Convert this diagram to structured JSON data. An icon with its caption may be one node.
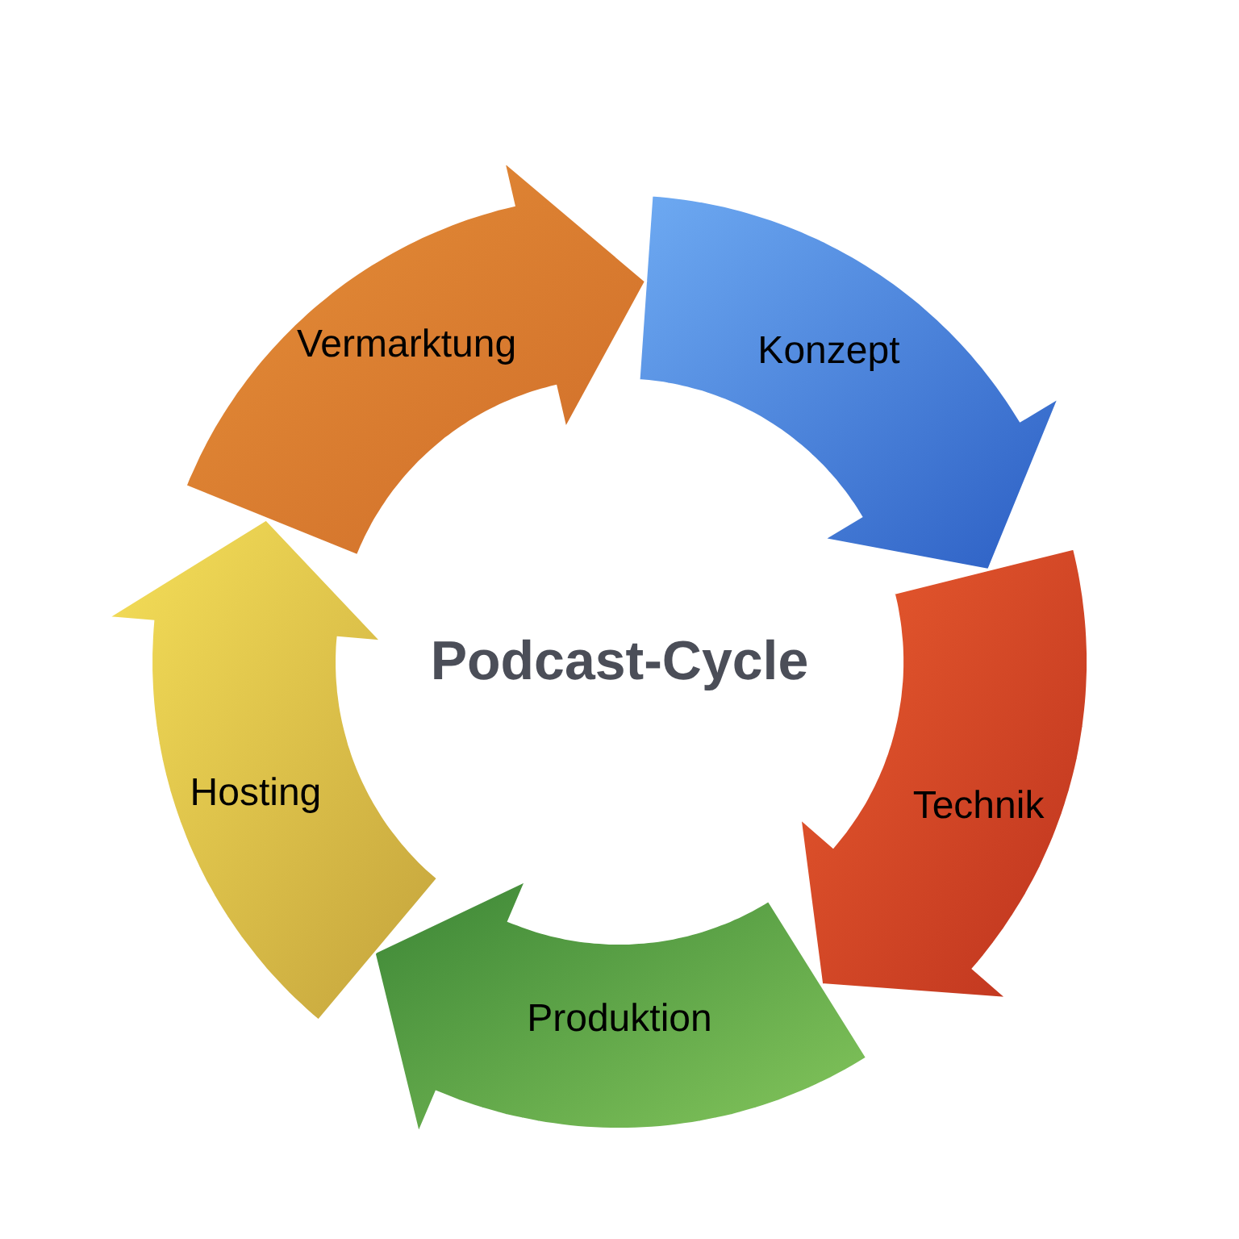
{
  "diagram": {
    "title": "Podcast-Cycle",
    "nodes": [
      {
        "text": [
          "Konzept"
        ]
      },
      {
        "text": [
          "Technik"
        ]
      },
      {
        "text": [
          "Produktion"
        ]
      },
      {
        "text": [
          "Hosting"
        ]
      },
      {
        "text": [
          "Vermarktung"
        ]
      }
    ]
  }
}
